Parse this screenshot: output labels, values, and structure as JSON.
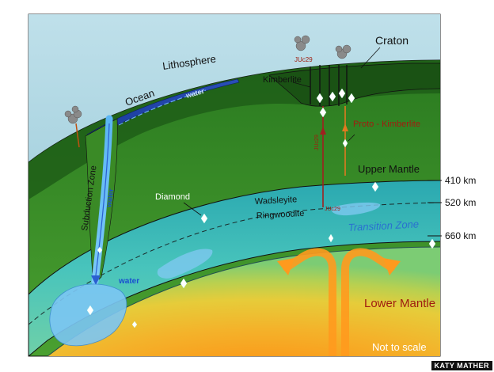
{
  "labels": {
    "craton": "Craton",
    "lithosphere": "Lithosphere",
    "ocean": "Ocean",
    "water_surface": "water",
    "kimberlite": "Kimberlite",
    "juc29_top": "JUc29",
    "juc29_mid": "JUc29",
    "juc29_side": "JUc29",
    "proto_kimberlite": "Proto - Kimberlite",
    "subduction_zone": "Subduction Zone",
    "water_slab": "water",
    "water_lower": "water",
    "diamond": "Diamond",
    "upper_mantle": "Upper Mantle",
    "wadsleyite": "Wadsleyite",
    "ringwoodite": "Ringwoodite",
    "transition_zone": "Transition Zone",
    "lower_mantle": "Lower Mantle",
    "not_to_scale": "Not to scale"
  },
  "depths": {
    "d410": "410 km",
    "d520": "520 km",
    "d660": "660 km"
  },
  "credit": "KATY MATHER",
  "colors": {
    "sky": "#a9d4e0",
    "lithosphere": "#1f6a1c",
    "upper_mantle": "#3d8f2a",
    "transition_zone": "#38b8b2",
    "lower_mantle": "#e8a82a",
    "ocean": "#1a3c9c",
    "water": "#4aa8f0",
    "plume": "#ff9a1e",
    "label_red": "#a01d10",
    "label_blue": "#1a4fd0"
  }
}
